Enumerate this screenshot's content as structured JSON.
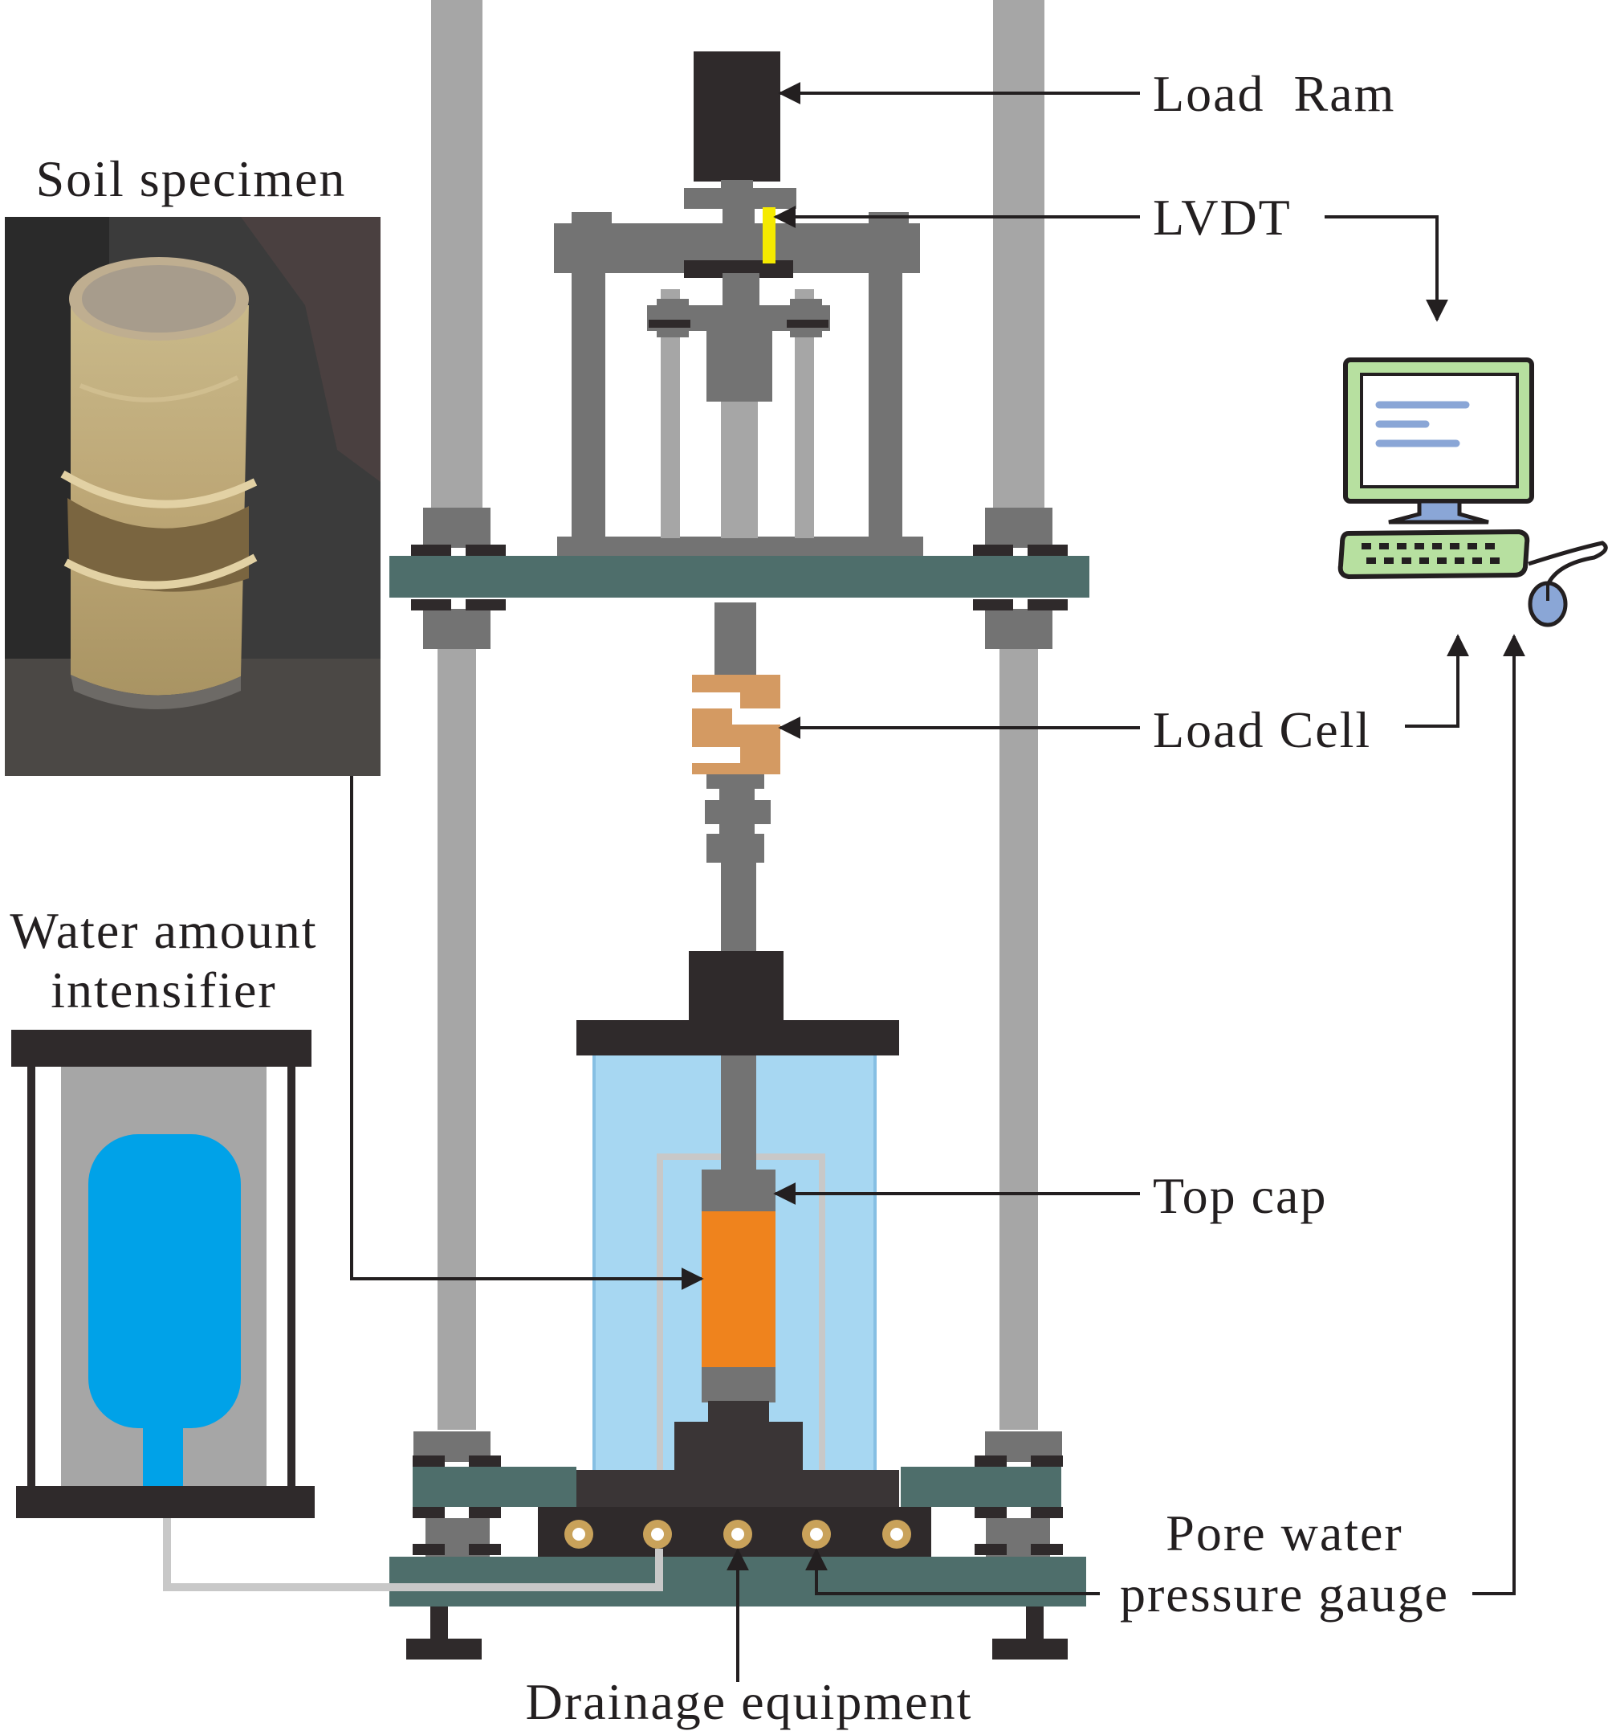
{
  "labels": {
    "load_ram": "Load  Ram",
    "lvdt": "LVDT",
    "load_cell": "Load Cell",
    "top_cap": "Top cap",
    "pore_water_line1": "Pore water",
    "pore_water_line2": "pressure gauge",
    "drainage": "Drainage equipment",
    "soil_specimen": "Soil specimen",
    "water_amount_line1": "Water amount",
    "water_amount_line2": "intensifier"
  },
  "colors": {
    "frame_gray": "#a6a6a6",
    "dark_gray": "#737373",
    "plate_teal": "#4e6e6b",
    "dark": "#2f2a2b",
    "water_cell": "#a7d7f2",
    "specimen": "#ef831d",
    "load_cell": "#d49a62",
    "lvdt_yellow": "#f5ea00",
    "tank_water": "#00a2e8",
    "monitor_green": "#b7e0a0",
    "gauge_gold": "#c9a25a"
  },
  "icons": [
    "computer-icon",
    "mouse-icon",
    "keyboard-icon"
  ]
}
